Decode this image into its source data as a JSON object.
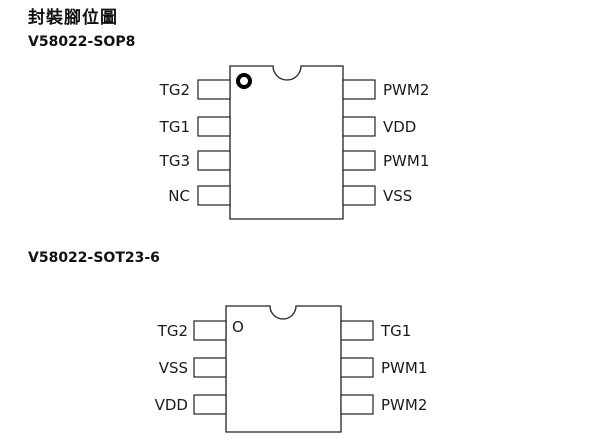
{
  "heading": "封裝腳位圖",
  "packages": [
    {
      "name": "V58022-SOP8",
      "left_pins": [
        "TG2",
        "TG1",
        "TG3",
        "NC"
      ],
      "right_pins": [
        "PWM2",
        "VDD",
        "PWM1",
        "VSS"
      ],
      "pin1_marker": "O"
    },
    {
      "name": "V58022-SOT23-6",
      "left_pins": [
        "TG2",
        "VSS",
        "VDD"
      ],
      "right_pins": [
        "TG1",
        "PWM1",
        "PWM2"
      ],
      "pin1_marker": "O"
    }
  ]
}
